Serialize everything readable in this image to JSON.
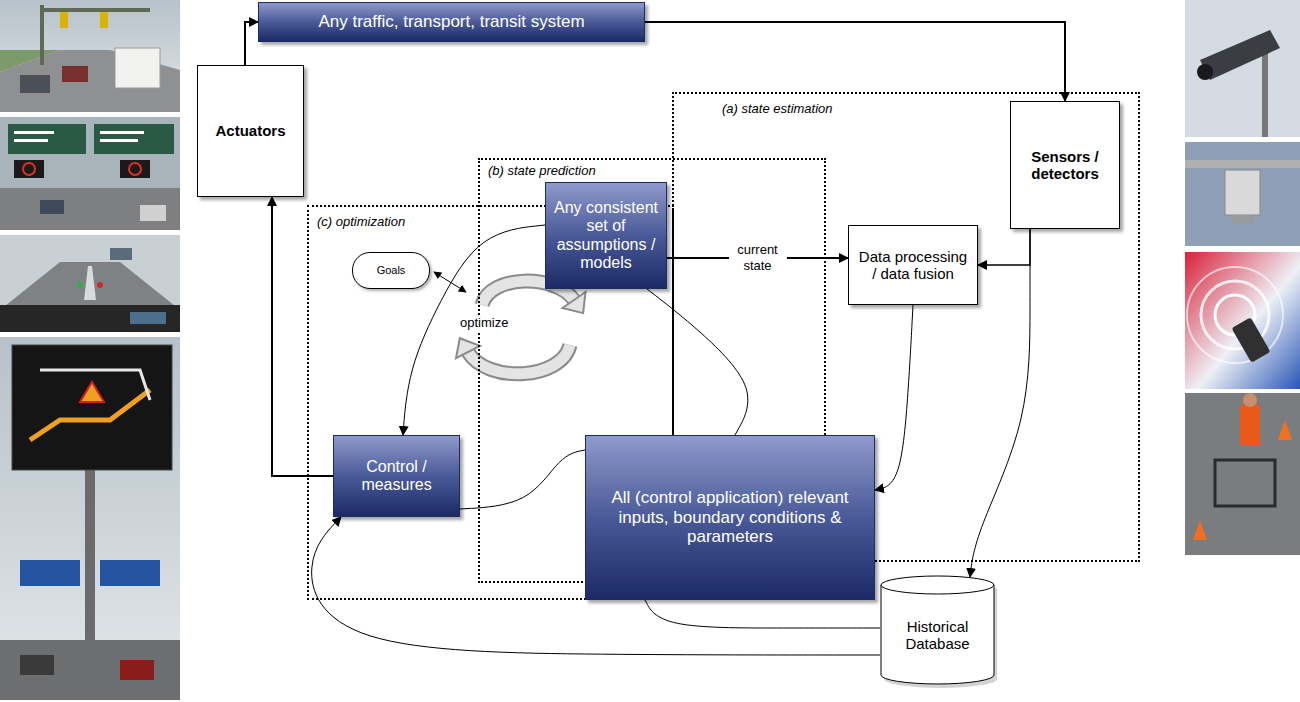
{
  "diagram": {
    "nodes": [
      {
        "text": [
          "Any traffic, transport, transit system"
        ]
      },
      {
        "text": [
          "Actuators"
        ]
      },
      {
        "text": [
          "(a) state estimation"
        ]
      },
      {
        "text": [
          "Sensors / detectors"
        ]
      },
      {
        "text": [
          "(b) state prediction"
        ]
      },
      {
        "text": [
          "(c) optimization"
        ]
      },
      {
        "text": [
          "Any consistent set of assumptions / models"
        ]
      },
      {
        "text": [
          "Data processing / data fusion"
        ],
        "in": 2
      },
      {
        "text": [
          "Goals"
        ],
        "in": 5
      },
      {
        "text": [
          "Control / measures"
        ],
        "in": 5
      },
      {
        "text": [
          "All (control application) relevant inputs, boundary conditions & parameters"
        ]
      },
      {
        "text": [
          "Historical Database"
        ]
      }
    ],
    "edges": [
      {
        "from": 1,
        "to": 0,
        "arrow": "to"
      },
      {
        "from": 0,
        "to": 3,
        "arrow": "to"
      },
      {
        "from": 3,
        "to": 7,
        "arrow": "to"
      },
      {
        "from": 3,
        "to": 11,
        "arrow": "to"
      },
      {
        "from": 6,
        "to": 7,
        "label": "current state",
        "arrow": "to"
      },
      {
        "from": 7,
        "to": 10,
        "arrow": "to"
      },
      {
        "from": 6,
        "to": 9,
        "arrow": "to"
      },
      {
        "from": 9,
        "to": 1,
        "arrow": "to"
      },
      {
        "from": 11,
        "to": 9,
        "arrow": "to"
      },
      {
        "from": 9,
        "to": 10,
        "arrow": "none"
      },
      {
        "from": 6,
        "to": 10,
        "arrow": "none"
      },
      {
        "from": 10,
        "to": 11,
        "arrow": "none"
      }
    ],
    "labels": [
      "optimize"
    ]
  }
}
